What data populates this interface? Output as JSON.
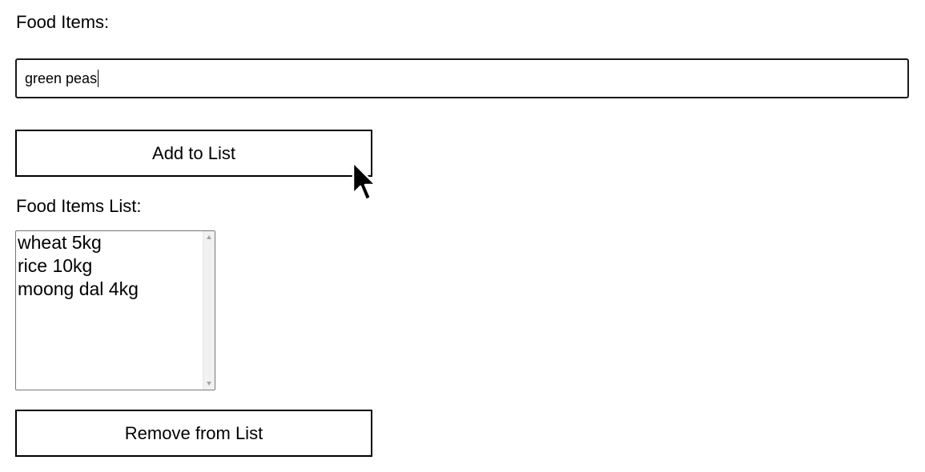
{
  "form": {
    "food_label": "Food Items:",
    "input_value": "green peas",
    "add_button_label": "Add to List",
    "list_label": "Food Items List:",
    "list_items": [
      "wheat 5kg",
      "rice 10kg",
      "moong dal 4kg"
    ],
    "remove_button_label": "Remove from List"
  },
  "icons": {
    "cursor": "mouse-pointer-icon",
    "scroll_up": "scroll-up-arrow-icon",
    "scroll_down": "scroll-down-arrow-icon"
  },
  "colors": {
    "border": "#000000",
    "background": "#ffffff",
    "scrollbar": "#f1f1f1"
  }
}
